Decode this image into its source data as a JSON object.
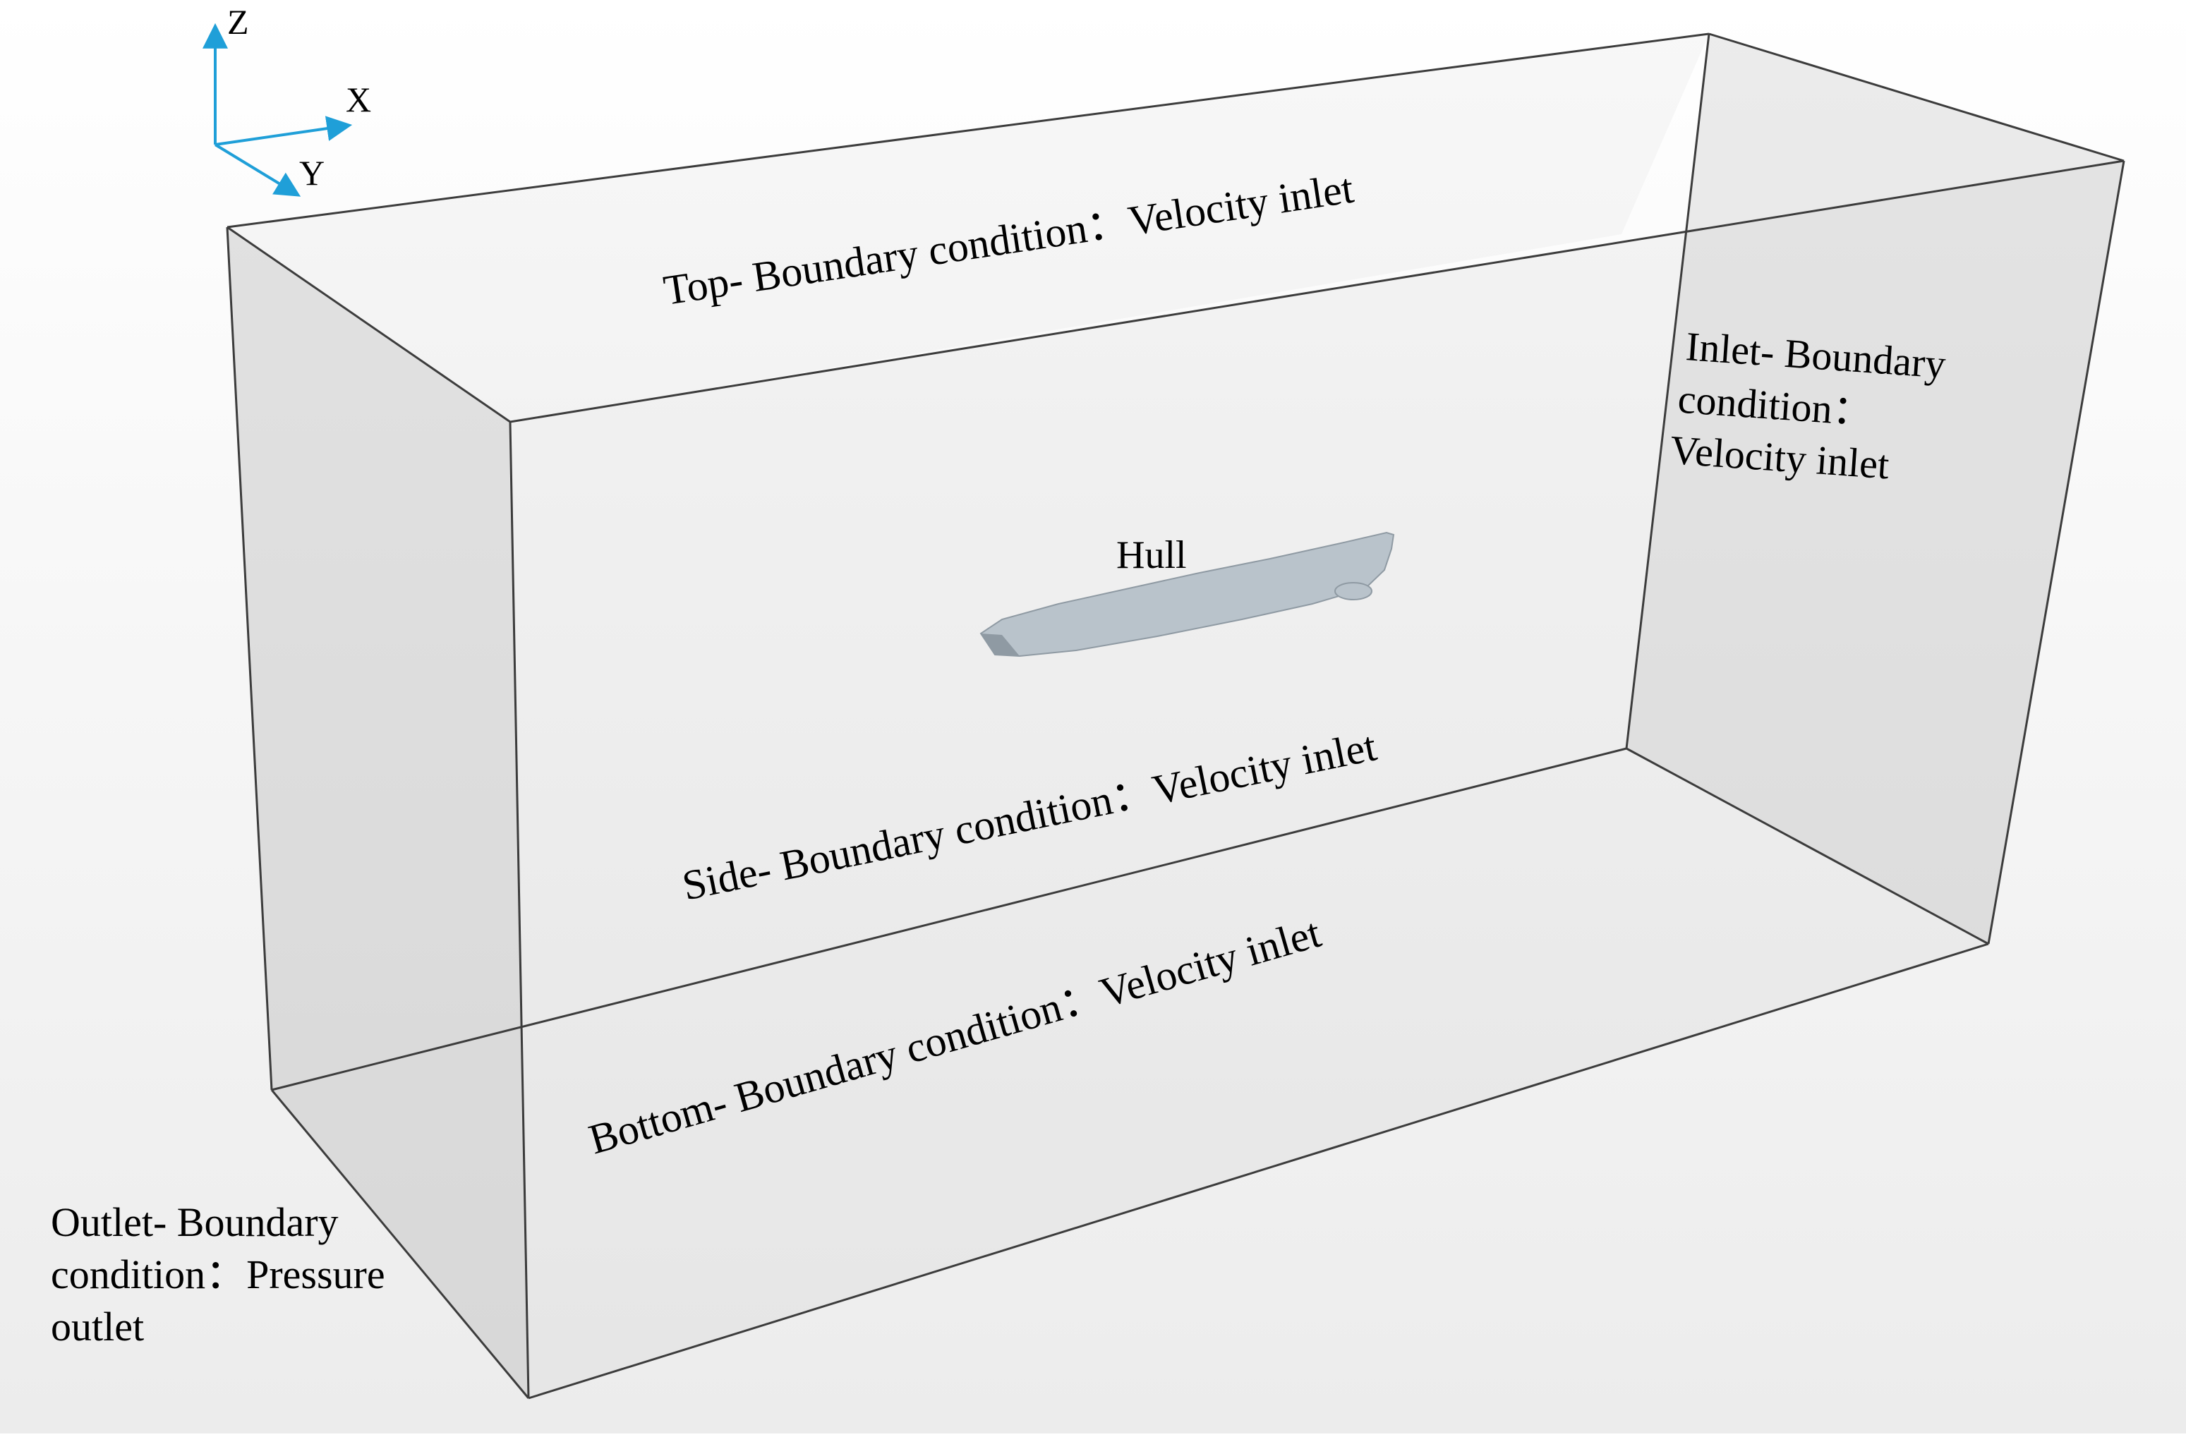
{
  "colors": {
    "background_top": "#ffffff",
    "background_bottom": "#ececec",
    "box_edge": "#3c3c3c",
    "box_face": "#b9b9b9",
    "hull": "#b9c3cb",
    "hull_edge": "#8f9aa3",
    "axis": "#1f9fd8",
    "label_text": "#000000"
  },
  "axes": {
    "z_label": "Z",
    "x_label": "X",
    "y_label": "Y"
  },
  "labels": {
    "top": "Top- Boundary condition：Velocity inlet",
    "side": "Side- Boundary condition：Velocity inlet",
    "bottom": "Bottom- Boundary condition：Velocity inlet",
    "inlet_line1": "Inlet- Boundary",
    "inlet_line2": "condition：",
    "inlet_line3": "Velocity inlet",
    "outlet_line1": "Outlet- Boundary",
    "outlet_line2": "condition：Pressure",
    "outlet_line3": "outlet",
    "hull": "Hull"
  }
}
